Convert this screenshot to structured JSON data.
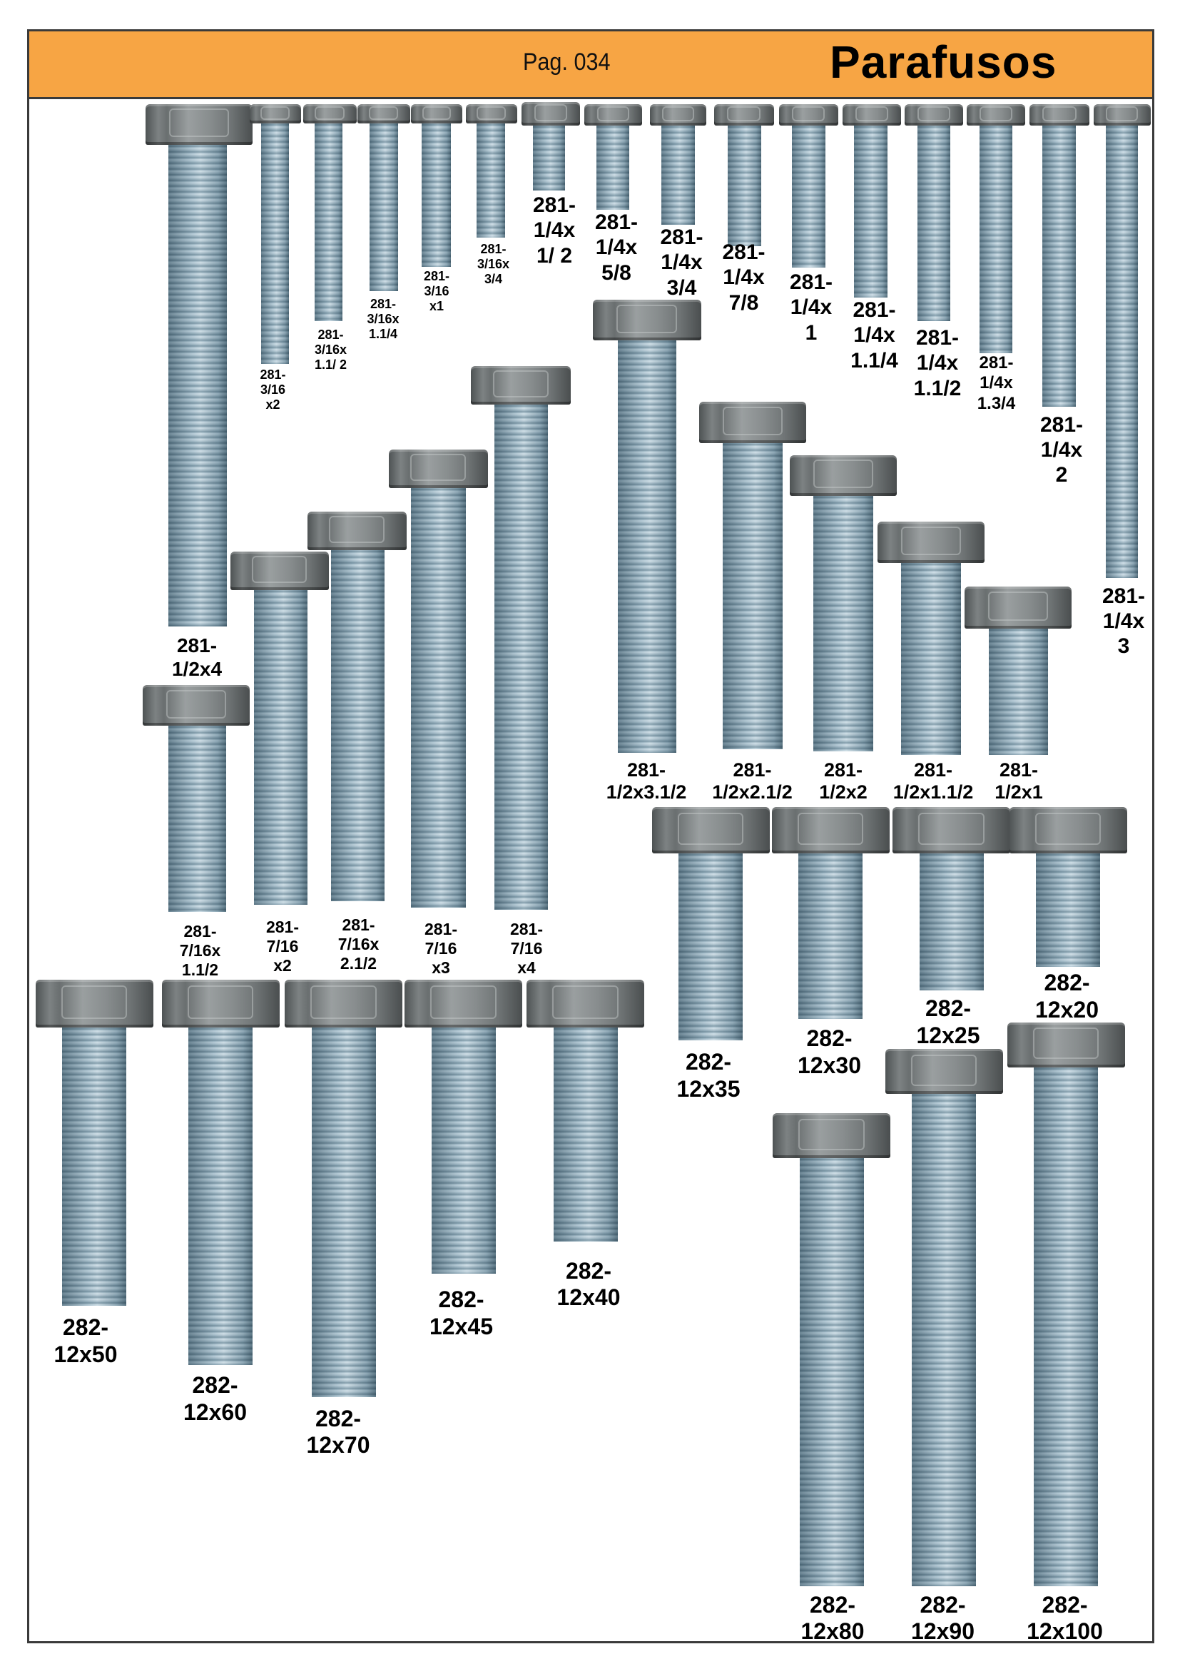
{
  "header": {
    "page": "Pag. 034",
    "title": "Parafusos"
  },
  "colors": {
    "header_bg": "#f7a544",
    "border": "#3a3a3a"
  },
  "bolts": [
    {
      "label": "281-\n1/2x4"
    },
    {
      "label": "281-\n3/16\nx2"
    },
    {
      "label": "281-\n3/16x\n1.1/ 2"
    },
    {
      "label": "281-\n3/16x\n1.1/4"
    },
    {
      "label": "281-\n3/16\nx1"
    },
    {
      "label": "281-\n3/16x\n3/4"
    },
    {
      "label": "281-\n1/4x\n1/ 2"
    },
    {
      "label": "281-\n1/4x\n5/8"
    },
    {
      "label": "281-\n1/4x\n3/4"
    },
    {
      "label": "281-\n1/4x\n7/8"
    },
    {
      "label": "281-\n1/4x\n1"
    },
    {
      "label": "281-\n1/4x\n1.1/4"
    },
    {
      "label": "281-\n1/4x\n1.1/2"
    },
    {
      "label": "281-\n1/4x\n1.3/4"
    },
    {
      "label": "281-\n1/4x\n2"
    },
    {
      "label": "281-\n1/4x\n3"
    },
    {
      "label": "281-\n1/2x3.1/2"
    },
    {
      "label": "281-\n1/2x2.1/2"
    },
    {
      "label": "281-\n1/2x2"
    },
    {
      "label": "281-\n1/2x1.1/2"
    },
    {
      "label": "281-\n1/2x1"
    },
    {
      "label": "281-\n7/16x\n1.1/2"
    },
    {
      "label": "281-\n7/16\nx2"
    },
    {
      "label": "281-\n7/16x\n2.1/2"
    },
    {
      "label": "281-\n7/16\nx3"
    },
    {
      "label": "281-\n7/16\nx4"
    },
    {
      "label": "282-\n12x50"
    },
    {
      "label": "282-\n12x60"
    },
    {
      "label": "282-\n12x70"
    },
    {
      "label": "282-\n12x45"
    },
    {
      "label": "282-\n12x40"
    },
    {
      "label": "282-\n12x35"
    },
    {
      "label": "282-\n12x30"
    },
    {
      "label": "282-\n12x25"
    },
    {
      "label": "282-\n12x20"
    },
    {
      "label": "282-\n12x80"
    },
    {
      "label": "282-\n12x90"
    },
    {
      "label": "282-\n12x100"
    }
  ]
}
